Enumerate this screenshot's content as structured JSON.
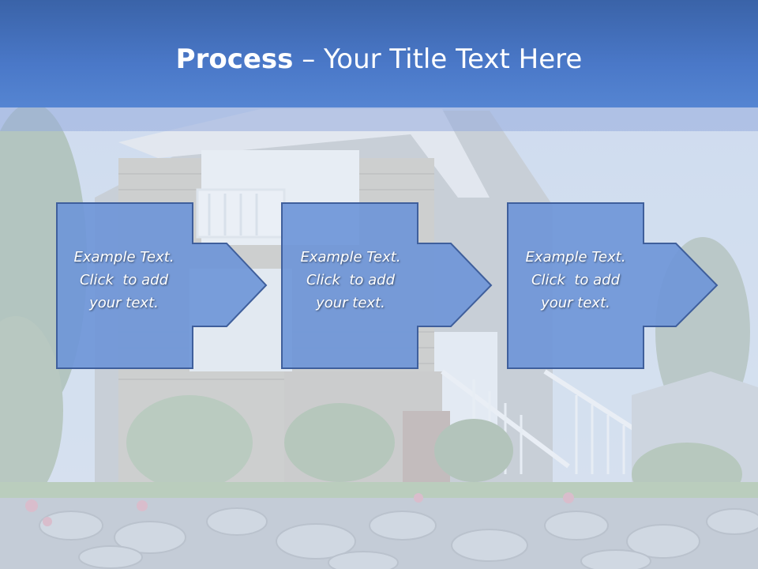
{
  "title": {
    "bold": "Process",
    "dash": " – ",
    "rest": "Your Title Text Here"
  },
  "steps": [
    {
      "line1": "Example Text.",
      "line2": "Click  to add",
      "line3": "your text."
    },
    {
      "line1": "Example Text.",
      "line2": "Click  to add",
      "line3": "your text."
    },
    {
      "line1": "Example Text.",
      "line2": "Click  to add",
      "line3": "your text."
    }
  ],
  "colors": {
    "title_bar": "#4a78c8",
    "box_fill": "#6f96d8",
    "box_stroke": "#3f5f9c",
    "title_text": "#ffffff"
  }
}
